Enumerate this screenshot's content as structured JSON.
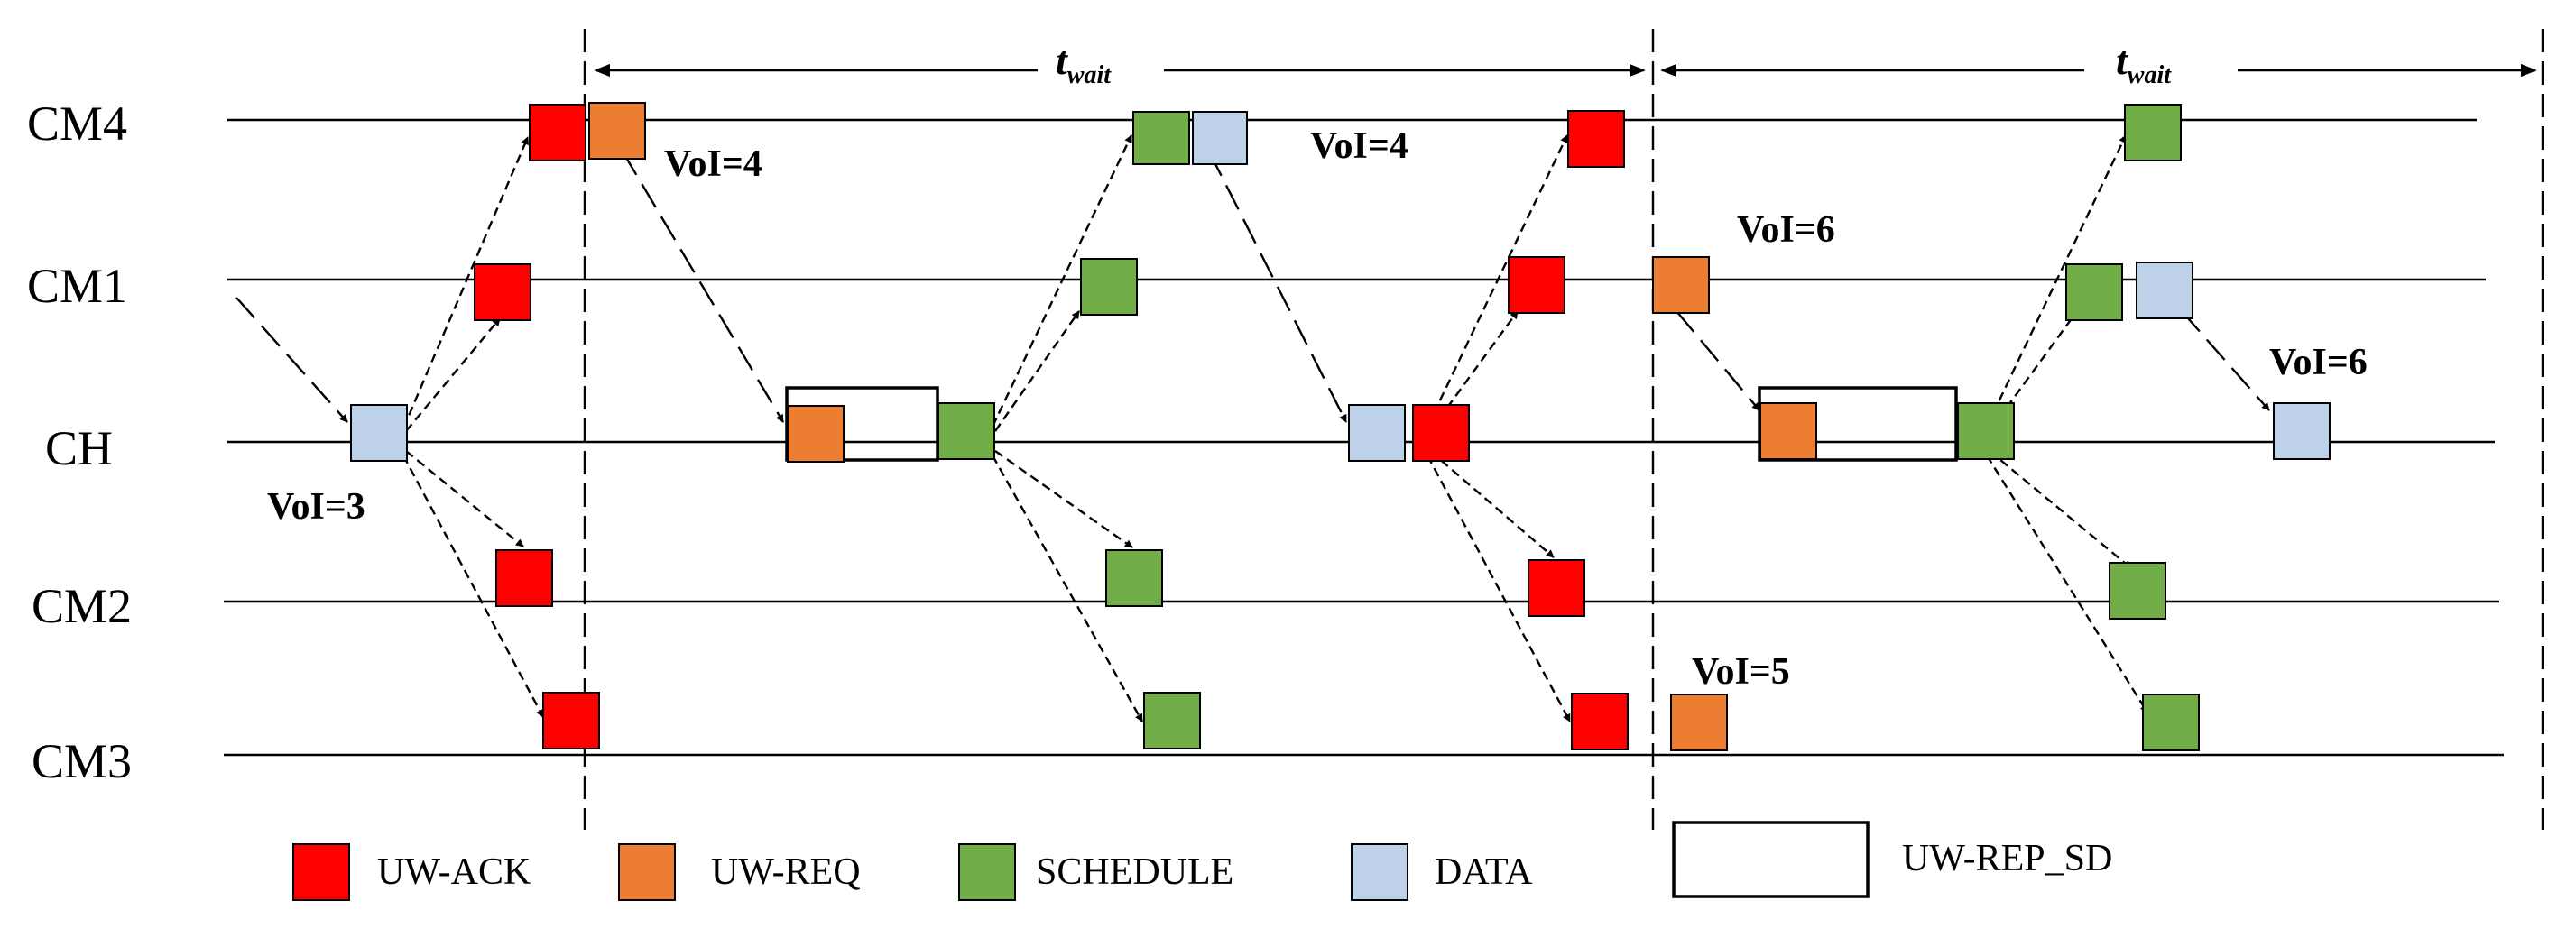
{
  "colors": {
    "uw_ack": "#ff0000",
    "uw_req": "#ed7d31",
    "schedule": "#70ad47",
    "data": "#bdd1e8"
  },
  "lanes": [
    {
      "id": "cm4",
      "label": "CM4"
    },
    {
      "id": "cm1",
      "label": "CM1"
    },
    {
      "id": "ch",
      "label": "CH"
    },
    {
      "id": "cm2",
      "label": "CM2"
    },
    {
      "id": "cm3",
      "label": "CM3"
    }
  ],
  "twait": {
    "main": "t",
    "sub": "wait"
  },
  "voi_labels": {
    "a": "VoI=3",
    "b": "VoI=4",
    "c": "VoI=4",
    "d": "VoI=6",
    "e": "VoI=6",
    "f": "VoI=5"
  },
  "legend": {
    "uw_ack": "UW-ACK",
    "uw_req": "UW-REQ",
    "schedule": "SCHEDULE",
    "data": "DATA",
    "uw_rep_sd": "UW-REP_SD"
  }
}
